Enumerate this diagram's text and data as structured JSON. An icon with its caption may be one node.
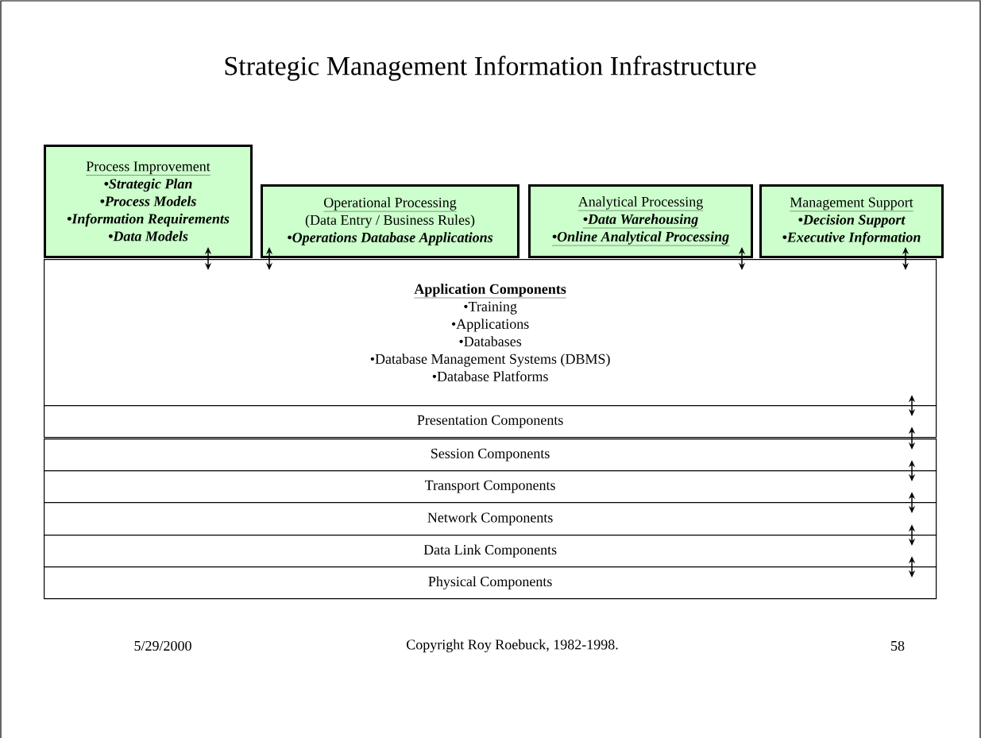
{
  "diagram": {
    "title": "Strategic Management Information Infrastructure",
    "nodes": [
      {
        "text": [
          "Process Improvement",
          "•Strategic Plan",
          "•Process Models",
          "•Information Requirements",
          "•Data Models"
        ]
      },
      {
        "text": [
          "Operational Processing",
          "(Data Entry / Business Rules)",
          "•Operations Database Applications"
        ]
      },
      {
        "text": [
          "Analytical Processing",
          "•Data Warehousing",
          "•Online Analytical Processing"
        ]
      },
      {
        "text": [
          "Management Support",
          "•Decision Support",
          "•Executive Information"
        ]
      },
      {
        "text": [
          "Application Components",
          "•Training",
          "•Applications",
          "•Databases",
          "•Database Management Systems (DBMS)",
          "•Database Platforms"
        ]
      },
      {
        "text": [
          "Presentation Components"
        ]
      },
      {
        "text": [
          "Session Components"
        ]
      },
      {
        "text": [
          "Transport Components"
        ]
      },
      {
        "text": [
          "Network Components"
        ]
      },
      {
        "text": [
          "Data Link Components"
        ]
      },
      {
        "text": [
          "Physical Components"
        ]
      }
    ],
    "edges": [
      {
        "from": 0,
        "to": 4,
        "arrow": "both"
      },
      {
        "from": 1,
        "to": 4,
        "arrow": "both"
      },
      {
        "from": 2,
        "to": 4,
        "arrow": "both"
      },
      {
        "from": 3,
        "to": 4,
        "arrow": "both"
      },
      {
        "from": 4,
        "to": 5,
        "arrow": "both"
      },
      {
        "from": 5,
        "to": 6,
        "arrow": "both"
      },
      {
        "from": 6,
        "to": 7,
        "arrow": "both"
      },
      {
        "from": 7,
        "to": 8,
        "arrow": "both"
      },
      {
        "from": 8,
        "to": 9,
        "arrow": "both"
      },
      {
        "from": 9,
        "to": 10,
        "arrow": "both"
      }
    ],
    "labels": [
      "5/29/2000",
      "Copyright Roy Roebuck, 1982-1998.",
      "58"
    ]
  }
}
